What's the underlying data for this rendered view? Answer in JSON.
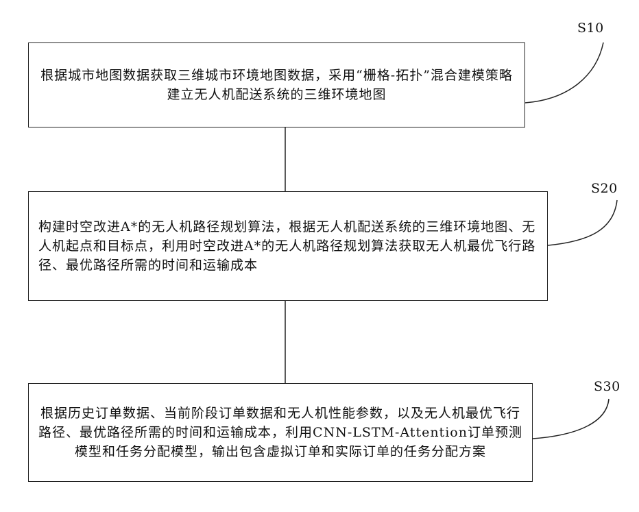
{
  "steps": [
    {
      "id": "S10",
      "text": "根据城市地图数据获取三维城市环境地图数据，采用“栅格-拓扑”混合建模策略建立无人机配送系统的三维环境地图"
    },
    {
      "id": "S20",
      "text": "构建时空改进A*的无人机路径规划算法，根据无人机配送系统的三维环境地图、无人机起点和目标点，利用时空改进A*的无人机路径规划算法获取无人机最优飞行路径、最优路径所需的时间和运输成本"
    },
    {
      "id": "S30",
      "text": "根据历史订单数据、当前阶段订单数据和无人机性能参数，以及无人机最优飞行路径、最优路径所需的时间和运输成本，利用CNN-LSTM-Attention订单预测模型和任务分配模型，输出包含虚拟订单和实际订单的任务分配方案"
    }
  ]
}
